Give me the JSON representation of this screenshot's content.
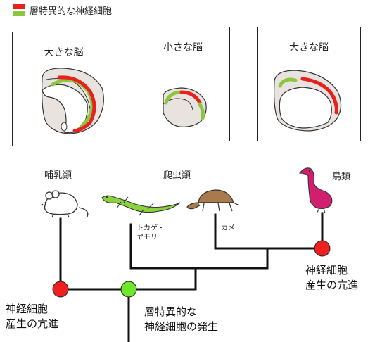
{
  "legend": {
    "label": "層特異的な神経細胞",
    "colors": {
      "red": "#e8201e",
      "green": "#8cc63f"
    }
  },
  "panels": [
    {
      "title": "大きな脳"
    },
    {
      "title": "小さな脳"
    },
    {
      "title": "大きな脳"
    }
  ],
  "groups": {
    "mammal": "哺乳類",
    "reptile": "爬虫類",
    "bird": "鳥類"
  },
  "animals": {
    "gecko": [
      "トカゲ・",
      "ヤモリ"
    ],
    "turtle": "カメ"
  },
  "nodes": {
    "mammal_expansion": [
      "神経細胞",
      "産生の亢進"
    ],
    "origin": [
      "層特異的な",
      "神経細胞の発生"
    ],
    "bird_expansion": [
      "神経細胞",
      "産生の亢進"
    ]
  },
  "colors": {
    "red_node": "#f02020",
    "green_node": "#6ee62a",
    "brain_fill": "#e9e3df",
    "bird": "#d21e6e",
    "gecko": "#8cd23c",
    "turtle_shell": "#a87a4c"
  }
}
